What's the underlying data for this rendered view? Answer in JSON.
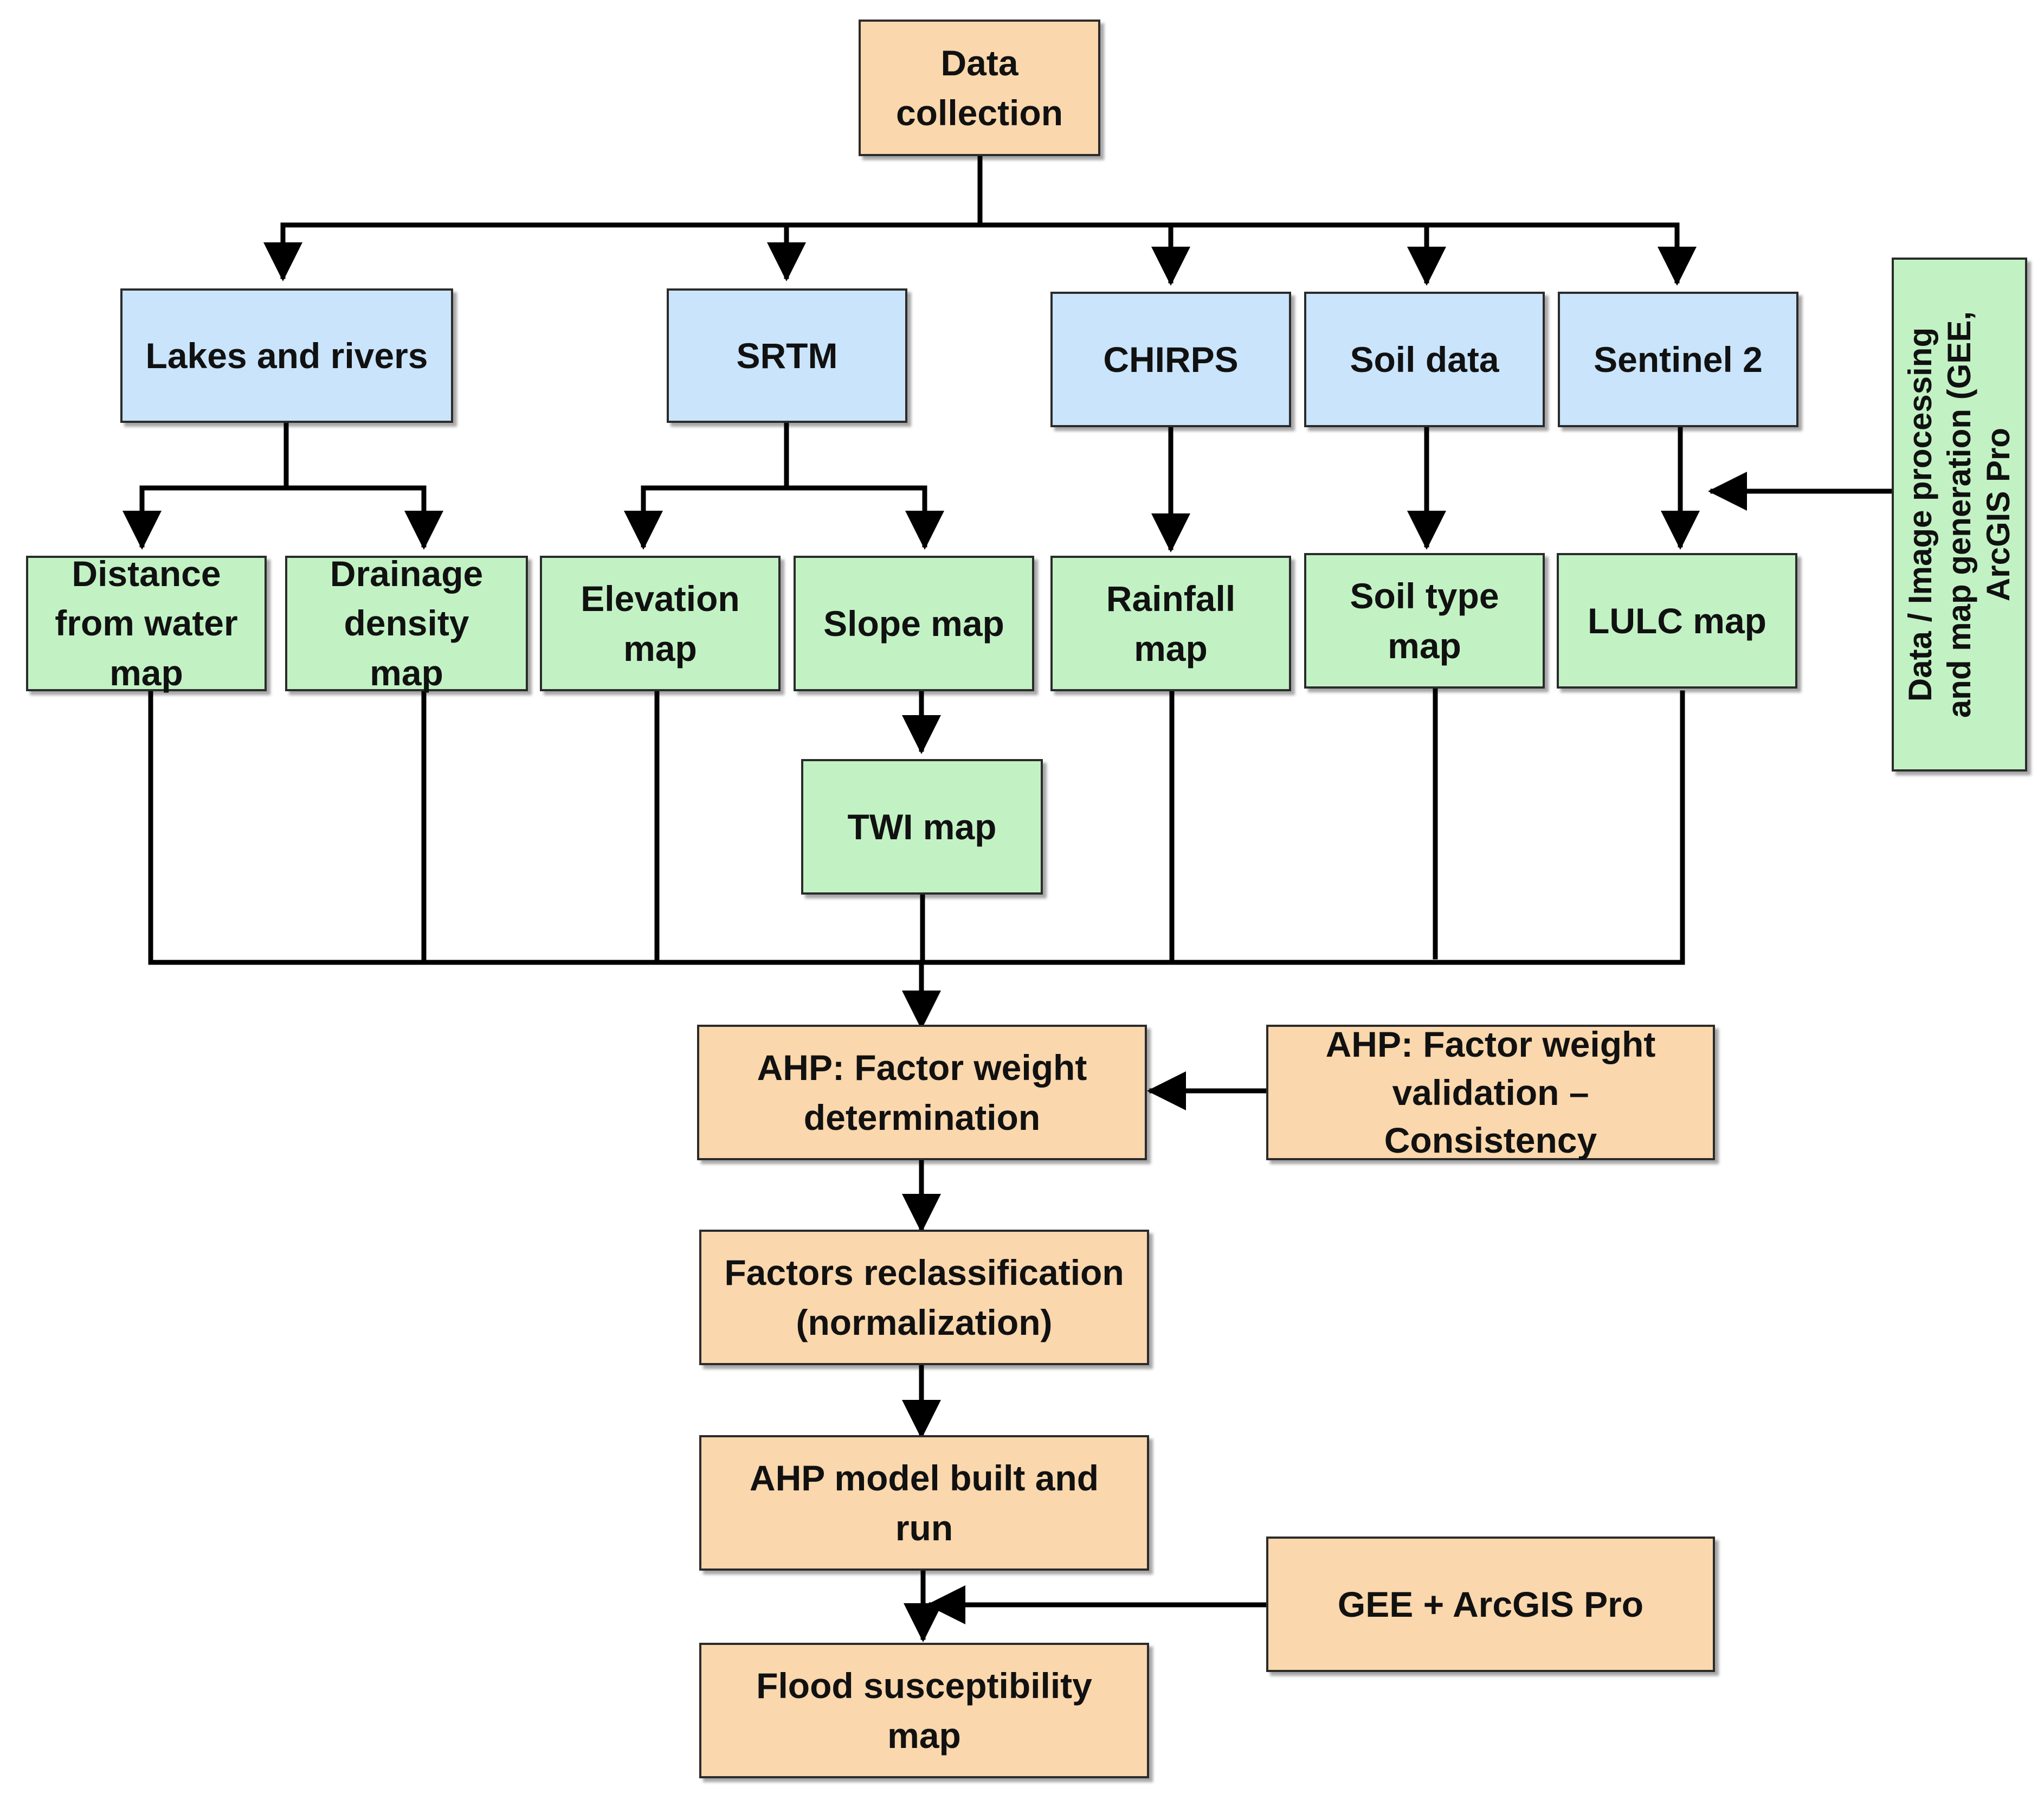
{
  "colors": {
    "source_fill": "#c9e4fb",
    "map_fill": "#c2f2c4",
    "process_fill": "#fad7ac",
    "connector": "#000000"
  },
  "nodes": {
    "data_collection": "Data\ncollection",
    "lakes_rivers": "Lakes and rivers",
    "srtm": "SRTM",
    "chirps": "CHIRPS",
    "soil_data": "Soil data",
    "sentinel2": "Sentinel 2",
    "distance_water": "Distance\nfrom water\nmap",
    "drainage_density": "Drainage\ndensity\nmap",
    "elevation": "Elevation\nmap",
    "slope": "Slope map",
    "rainfall": "Rainfall\nmap",
    "soil_type": "Soil type\nmap",
    "lulc": "LULC map",
    "twi": "TWI map",
    "ahp_weight": "AHP: Factor weight\ndetermination",
    "ahp_validation": "AHP: Factor weight\nvalidation –\nConsistency",
    "reclassification": "Factors reclassification\n(normalization)",
    "ahp_model": "AHP model built and\nrun",
    "gee_arcgis": "GEE + ArcGIS Pro",
    "flood_map": "Flood susceptibility\nmap",
    "processing_note": "Data / Image processing\nand map generation (GEE,\nArcGIS Pro"
  }
}
